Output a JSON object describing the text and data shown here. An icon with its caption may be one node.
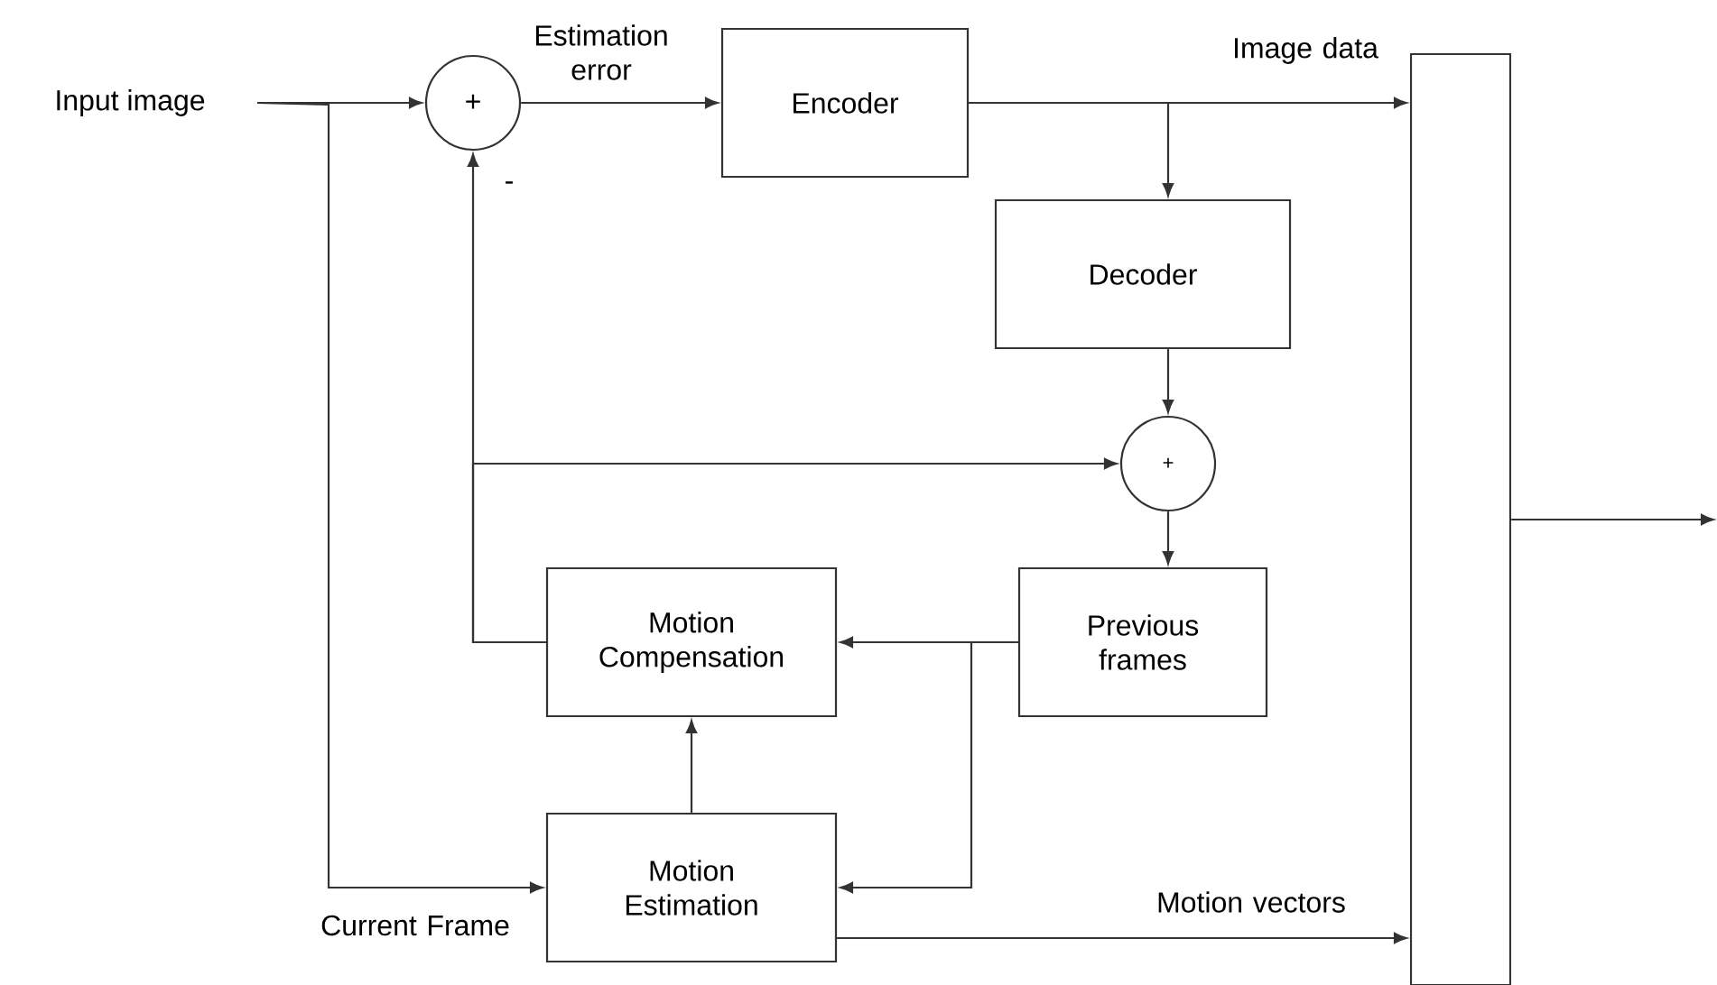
{
  "diagram": {
    "nodes": [
      {
        "text": [
          "Input image"
        ]
      },
      {
        "text": [
          "+"
        ]
      },
      {
        "text": [
          "Encoder"
        ]
      },
      {
        "text": [
          "Decoder"
        ]
      },
      {
        "text": [
          "+"
        ]
      },
      {
        "text": [
          "Previous frames"
        ]
      },
      {
        "text": [
          "Motion Compensation"
        ]
      },
      {
        "text": [
          "Motion Estimation"
        ]
      },
      {
        "text": [],
        "shape": "box"
      }
    ],
    "edges": [
      {
        "from": 0,
        "to": 1,
        "arrow": "to"
      },
      {
        "from": 0,
        "to": 7,
        "arrow": "to",
        "label": "Current Frame"
      },
      {
        "from": 1,
        "to": 2,
        "arrow": "to",
        "label": "Estimation error"
      },
      {
        "from": 2,
        "to": 8,
        "arrow": "to",
        "label": "Image data"
      },
      {
        "from": 2,
        "to": 3,
        "arrow": "to"
      },
      {
        "from": 3,
        "to": 4,
        "arrow": "to"
      },
      {
        "from": 6,
        "to": 1,
        "arrow": "to",
        "label": "-"
      },
      {
        "from": 6,
        "to": 4,
        "arrow": "to"
      },
      {
        "from": 4,
        "to": 5,
        "arrow": "to"
      },
      {
        "from": 5,
        "to": 6,
        "arrow": "to"
      },
      {
        "from": 5,
        "to": 7,
        "arrow": "to"
      },
      {
        "from": 7,
        "to": 6,
        "arrow": "to"
      },
      {
        "from": 7,
        "to": 8,
        "arrow": "to",
        "label": "Motion vectors"
      },
      {
        "from": 8,
        "to": null,
        "arrow": "to"
      }
    ]
  }
}
